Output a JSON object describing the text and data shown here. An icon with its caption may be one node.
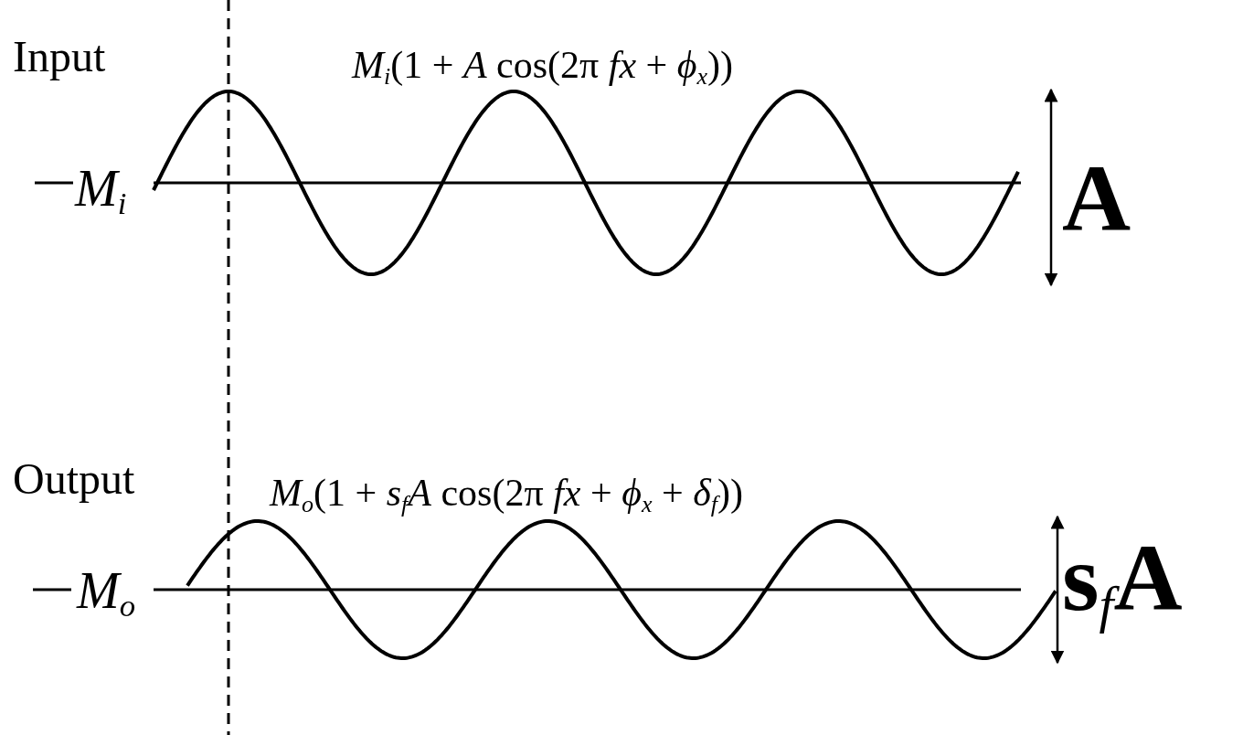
{
  "diagram": {
    "labels": [
      "Input",
      "*M*$_{i}$(1 + *A* cos(2π *fx* + *ϕ*$_{x}$))",
      "*M*$_{i}$",
      "A",
      "Output",
      "*M*$_{o}$(1 + *s*$_{f}$*A* cos(2π *fx* + *ϕ*$_{x}$ + *δ*$_{f}$))",
      "*M*$_{o}$",
      "s$_{f}$A"
    ]
  }
}
